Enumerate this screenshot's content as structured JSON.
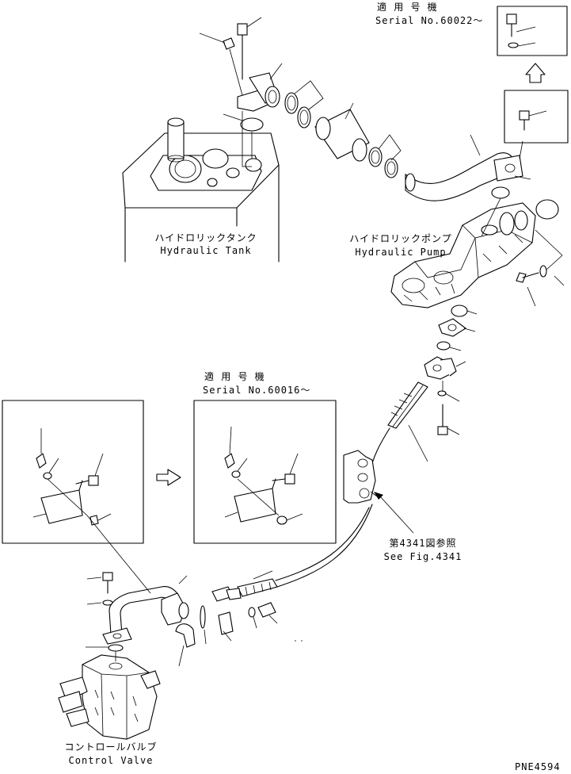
{
  "labels": {
    "hydraulic_tank_jp": "ハイドロリックタンク",
    "hydraulic_tank_en": "Hydraulic Tank",
    "hydraulic_pump_jp": "ハイドロリックポンプ",
    "hydraulic_pump_en": "Hydraulic Pump",
    "control_valve_jp": "コントロールバルブ",
    "control_valve_en": "Control Valve",
    "serial_top_jp": "適 用 号 機",
    "serial_top_en": "Serial No.60022～",
    "serial_mid_jp": "適 用 号 機",
    "serial_mid_en": "Serial No.60016～",
    "see_fig_jp": "第4341図参照",
    "see_fig_en": "See Fig.4341",
    "code": "PNE4594"
  }
}
